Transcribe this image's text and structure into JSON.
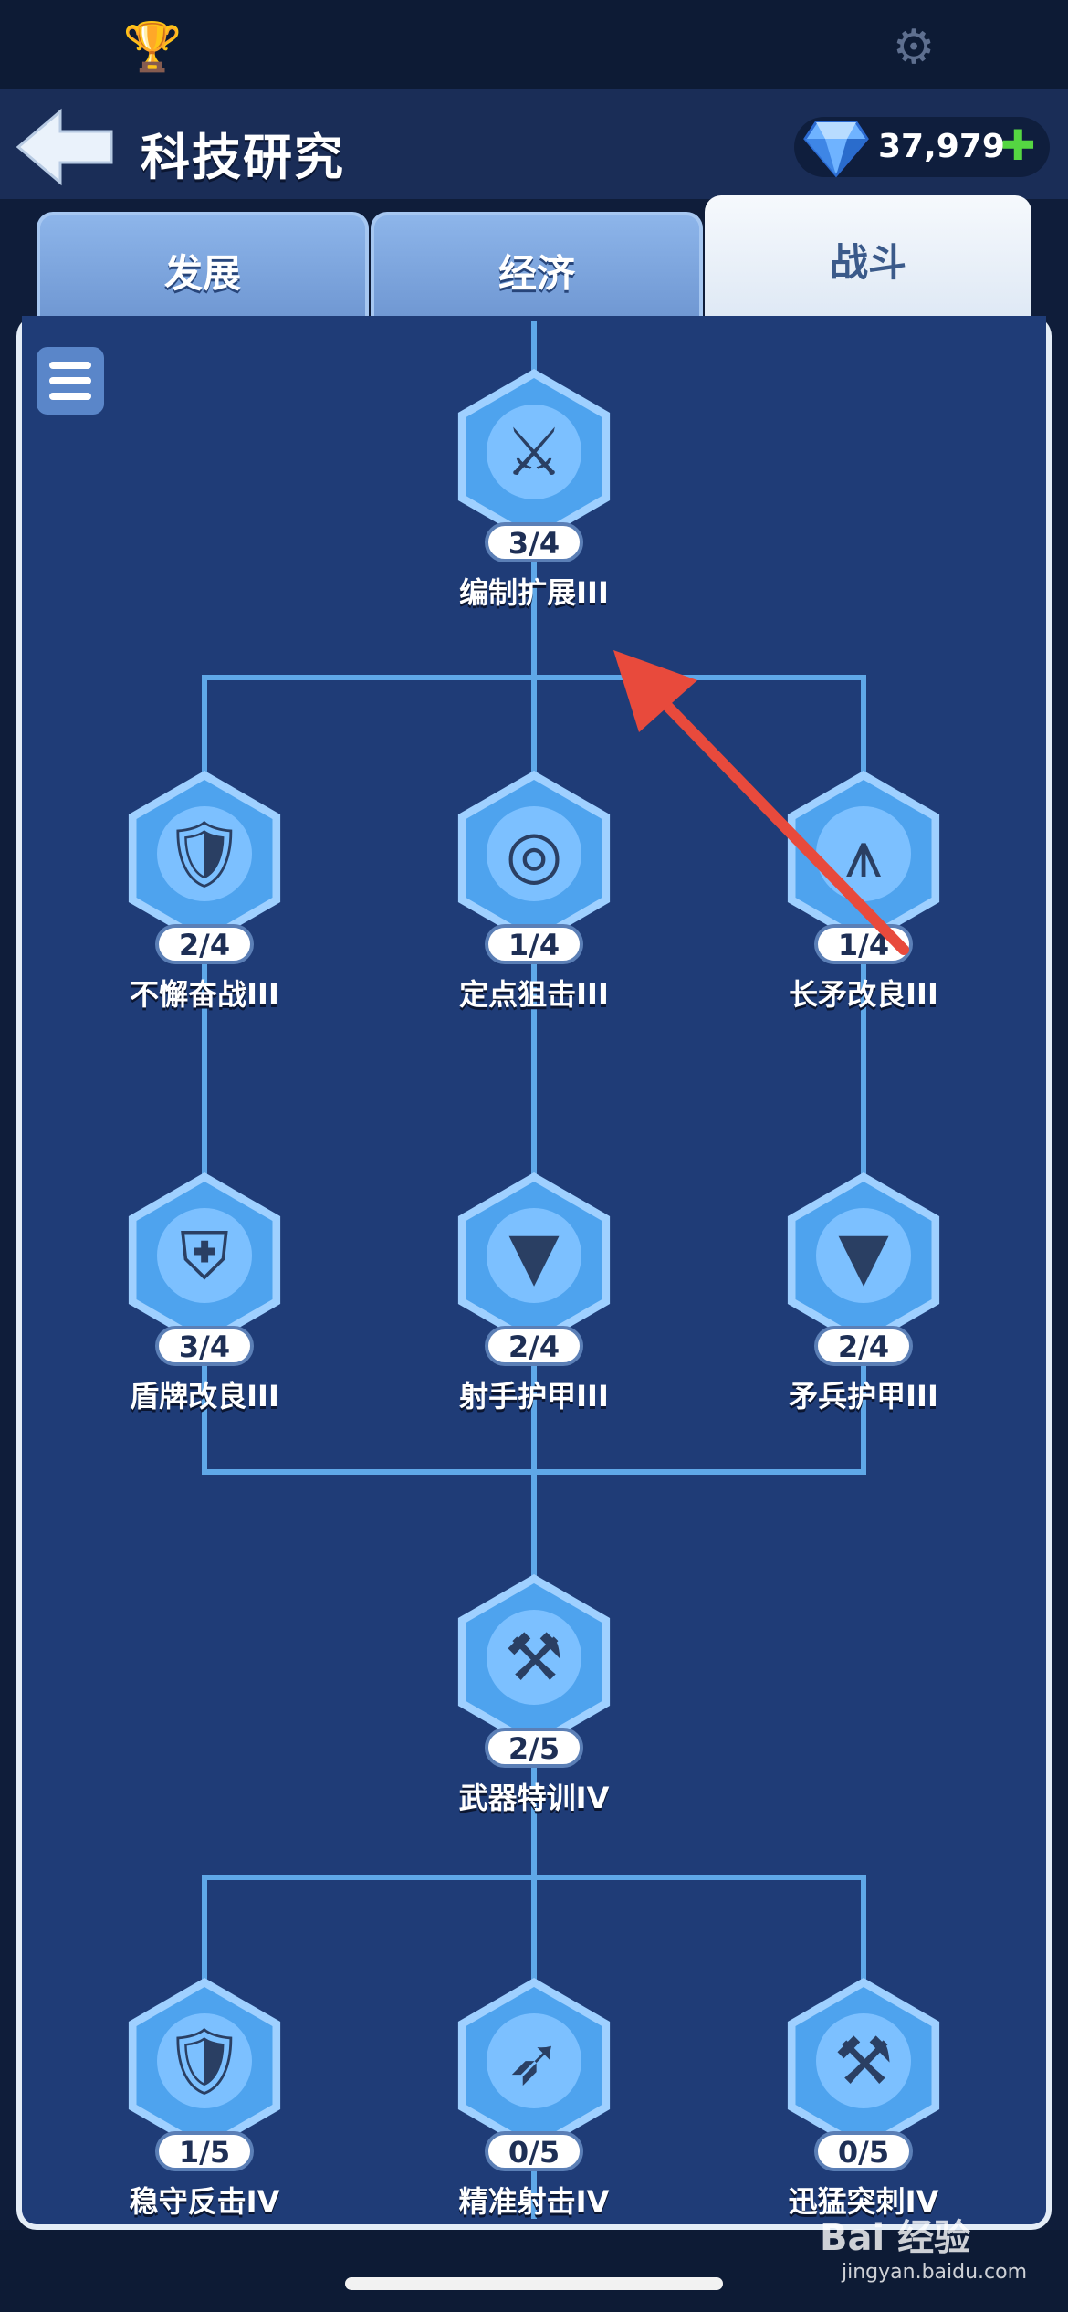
{
  "header": {
    "title": "科技研究",
    "gems": "37,979"
  },
  "tabs": [
    {
      "label": "发展",
      "active": false
    },
    {
      "label": "经济",
      "active": false
    },
    {
      "label": "战斗",
      "active": true
    }
  ],
  "nodes": [
    {
      "label": "编制扩展III",
      "progress": "3/4",
      "icon": "army-formation-icon"
    },
    {
      "label": "不懈奋战III",
      "progress": "2/4",
      "icon": "spiked-club-warrior-icon"
    },
    {
      "label": "定点狙击III",
      "progress": "1/4",
      "icon": "target-crosshair-icon"
    },
    {
      "label": "长矛改良III",
      "progress": "1/4",
      "icon": "spear-tips-icon"
    },
    {
      "label": "盾牌改良III",
      "progress": "3/4",
      "icon": "shield-icon"
    },
    {
      "label": "射手护甲III",
      "progress": "2/4",
      "icon": "fur-armor-icon"
    },
    {
      "label": "矛兵护甲III",
      "progress": "2/4",
      "icon": "plate-armor-icon"
    },
    {
      "label": "武器特训IV",
      "progress": "2/5",
      "icon": "weapons-icon"
    },
    {
      "label": "稳守反击IV",
      "progress": "1/5",
      "icon": "shield-warrior-icon"
    },
    {
      "label": "精准射击IV",
      "progress": "0/5",
      "icon": "arrows-icon"
    },
    {
      "label": "迅猛突刺IV",
      "progress": "0/5",
      "icon": "axe-spear-icon"
    }
  ],
  "colors": {
    "line": "#5fa8e8",
    "hexFill": "#4ea3ee",
    "arrow": "#e84a3c",
    "panel": "#1f3c77"
  },
  "watermark": {
    "text": "Bai 经验",
    "sub": "jingyan.baidu.com"
  }
}
